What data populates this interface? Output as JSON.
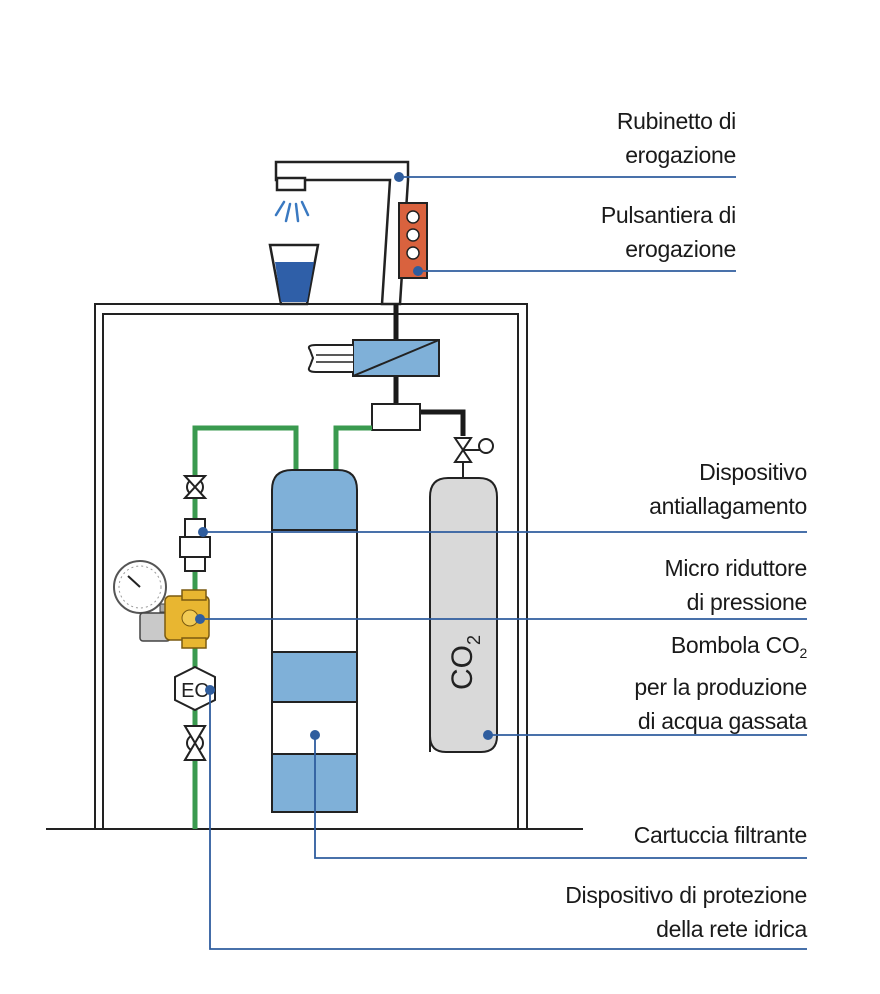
{
  "labels": {
    "rubinetto": {
      "line1": "Rubinetto di",
      "line2": "erogazione"
    },
    "pulsantiera": {
      "line1": "Pulsantiera di",
      "line2": "erogazione"
    },
    "antiallagamento": {
      "line1": "Dispositivo",
      "line2": "antiallagamento"
    },
    "riduttore": {
      "line1": "Micro riduttore",
      "line2": "di pressione"
    },
    "bombola": {
      "line1_prefix": "Bombola CO",
      "line1_sub": "2",
      "line2": "per la produzione",
      "line3": "di acqua gassata"
    },
    "cartuccia": {
      "line1": "Cartuccia filtrante"
    },
    "protezione": {
      "line1": "Dispositivo di protezione",
      "line2": "della rete idrica"
    }
  },
  "cylinder_label": {
    "text": "CO",
    "sub": "2"
  },
  "ec_label": "EC",
  "colors": {
    "leader": "#2f5d9e",
    "pipe_water": "#3a9a4f",
    "filter_blue": "#7fb0d8",
    "button_panel": "#d9623e",
    "cylinder": "#d9d9d9",
    "valve_brass": "#e8b631",
    "glass_water": "#2f5fa8"
  }
}
